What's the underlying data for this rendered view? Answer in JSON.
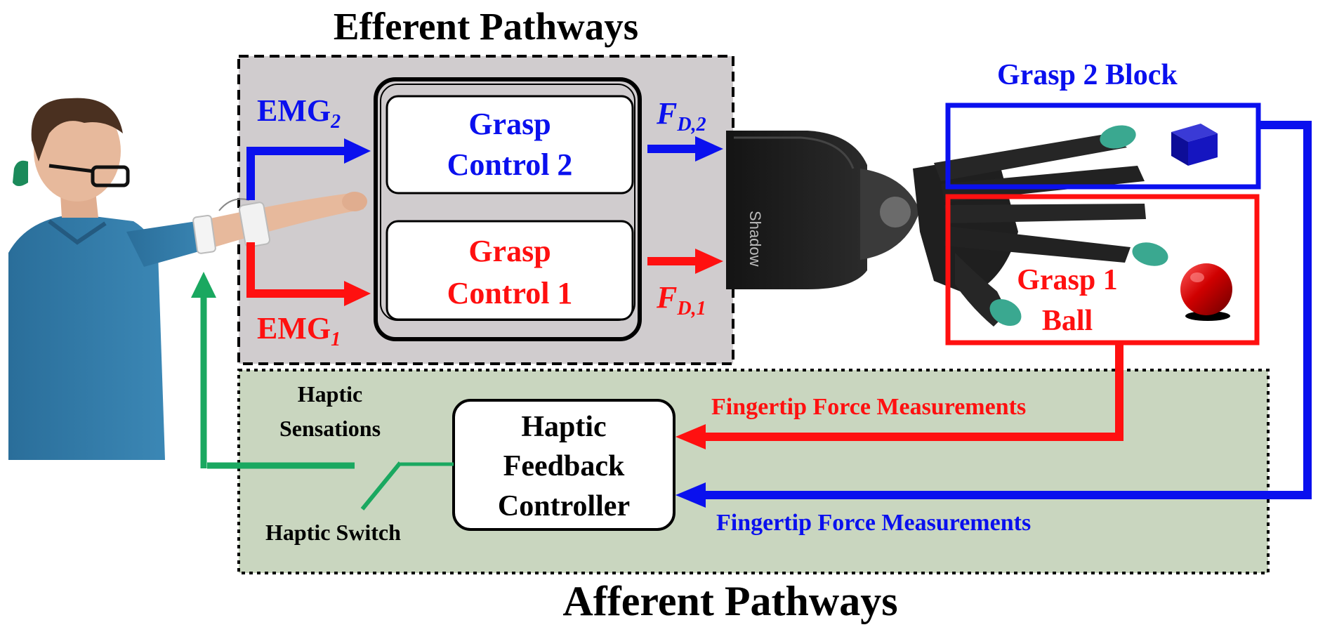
{
  "titles": {
    "efferent": "Efferent Pathways",
    "afferent": "Afferent Pathways"
  },
  "efferent": {
    "emg2_base": "EMG",
    "emg2_sub": "2",
    "emg1_base": "EMG",
    "emg1_sub": "1",
    "control2_line1": "Grasp",
    "control2_line2": "Control 2",
    "control1_line1": "Grasp",
    "control1_line2": "Control 1",
    "fd2_base": "F",
    "fd2_sub": "D,2",
    "fd1_base": "F",
    "fd1_sub": "D,1"
  },
  "grasps": {
    "grasp2_label": "Grasp 2 Block",
    "grasp1_line1": "Grasp 1",
    "grasp1_line2": "Ball"
  },
  "afferent": {
    "ff_red": "Fingertip Force Measurements",
    "ff_blue": "Fingertip Force Measurements",
    "controller_line1": "Haptic",
    "controller_line2": "Feedback",
    "controller_line3": "Controller",
    "sensations_line1": "Haptic",
    "sensations_line2": "Sensations",
    "switch_label": "Haptic Switch"
  },
  "colors": {
    "blue": "#0a10ee",
    "red": "#ff1010",
    "green": "#1aa860",
    "efferent_bg": "#d0ccce",
    "afferent_bg": "#c9d6bf"
  },
  "icons": {
    "person": "person-with-emg-electrodes",
    "hand": "robotic-shadow-hand",
    "block": "blue-cube",
    "ball": "red-ball"
  }
}
